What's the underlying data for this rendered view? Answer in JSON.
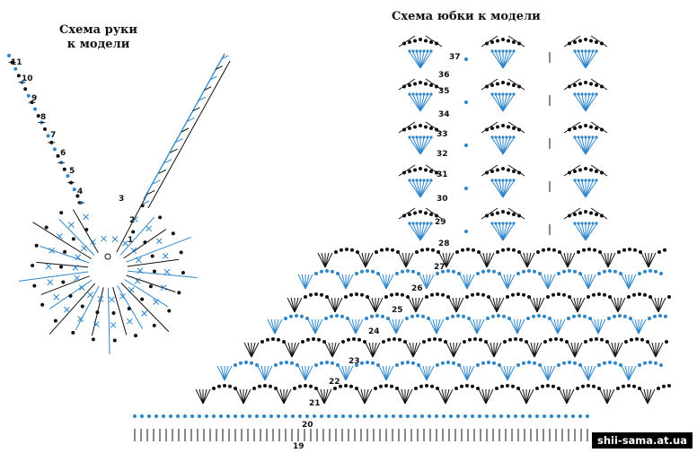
{
  "arm_title": [
    "Схема руки",
    "к модели"
  ],
  "skirt_title": "Схема юбки к модели",
  "watermark": "shii-sama.at.ua",
  "colors": {
    "black": "#111111",
    "blue": "#2f86c8"
  },
  "arm_row_numbers": [
    "1",
    "2",
    "3",
    "4",
    "5",
    "6",
    "7",
    "8",
    "9",
    "10",
    "11"
  ],
  "skirt_row_numbers": [
    "19",
    "20",
    "21",
    "22",
    "23",
    "24",
    "25",
    "26",
    "27",
    "28",
    "29",
    "30",
    "31",
    "32",
    "33",
    "34",
    "35",
    "36",
    "37"
  ]
}
